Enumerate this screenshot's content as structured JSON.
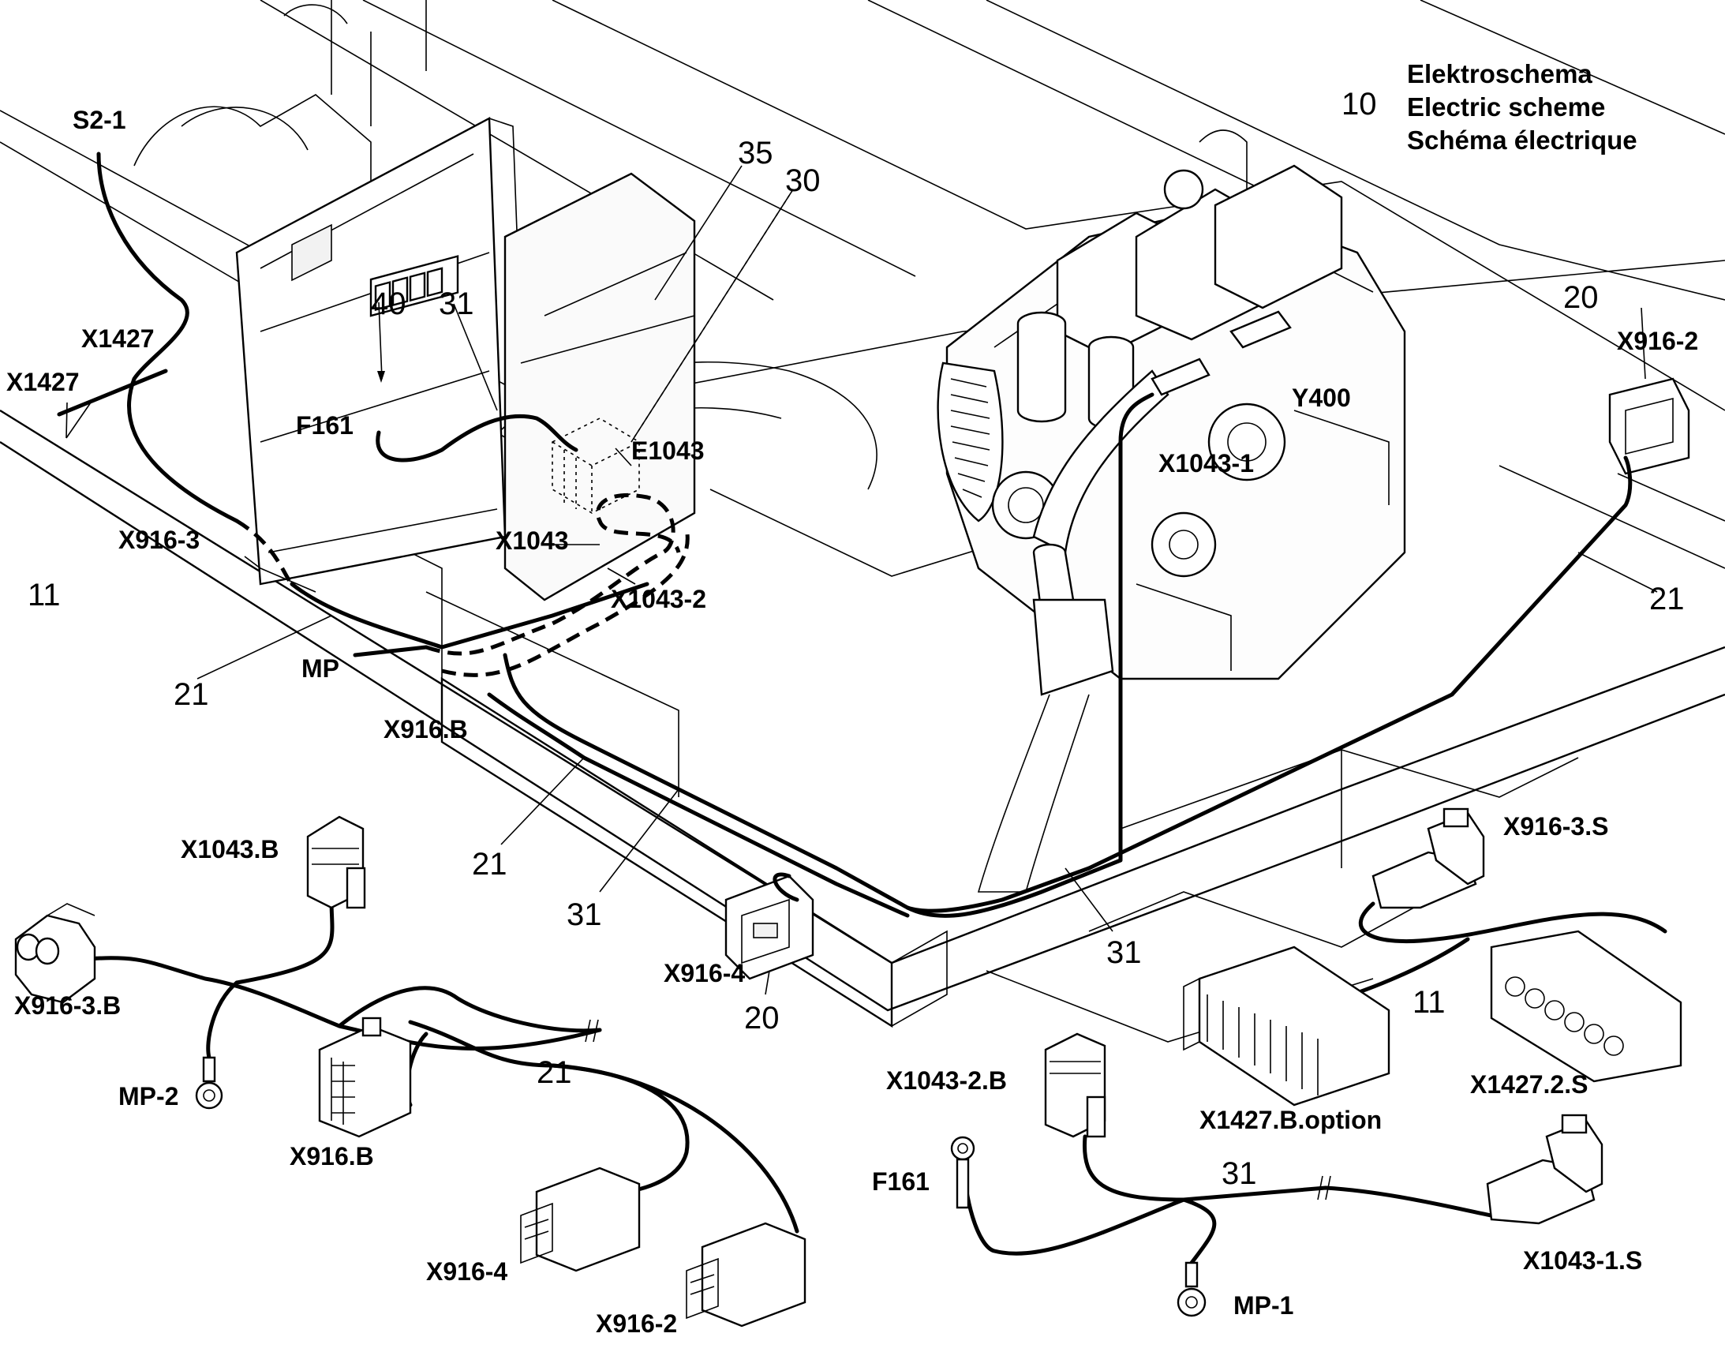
{
  "legend": {
    "number": "10",
    "line1": "Elektroschema",
    "line2": "Electric scheme",
    "line3": "Schéma électrique"
  },
  "labels": {
    "s2_1": "S2-1",
    "x1427_a": "X1427",
    "x1427_b": "X1427",
    "x916_3": "X916-3",
    "f161": "F161",
    "e1043": "E1043",
    "x1043": "X1043",
    "x1043_2": "X1043-2",
    "mp": "MP",
    "x916_b_top": "X916.B",
    "y400": "Y400",
    "x1043_1": "X1043-1",
    "x916_2_top": "X916-2",
    "x916_4_top": "X916-4",
    "x1043_b": "X1043.B",
    "x916_3_b": "X916-3.B",
    "mp_2": "MP-2",
    "x916_b_bottom": "X916.B",
    "x916_4_bottom": "X916-4",
    "x916_2_bottom": "X916-2",
    "x916_3_s": "X916-3.S",
    "x1427_b_option": "X1427.B.option",
    "x1427_2_s": "X1427.2.S",
    "x1043_2_b": "X1043-2.B",
    "f161_bottom": "F161",
    "mp_1": "MP-1",
    "x1043_1_s": "X1043-1.S"
  },
  "callouts": {
    "n35": "35",
    "n30": "30",
    "n40": "40",
    "n31_top": "31",
    "n20_right": "20",
    "n11_left": "11",
    "n21_left": "21",
    "n21_right": "21",
    "n21_mid": "21",
    "n31_mid": "31",
    "n31_right": "31",
    "n20_bottom": "20",
    "n11_right": "11",
    "n21_bottom": "21",
    "n31_bottom": "31"
  }
}
